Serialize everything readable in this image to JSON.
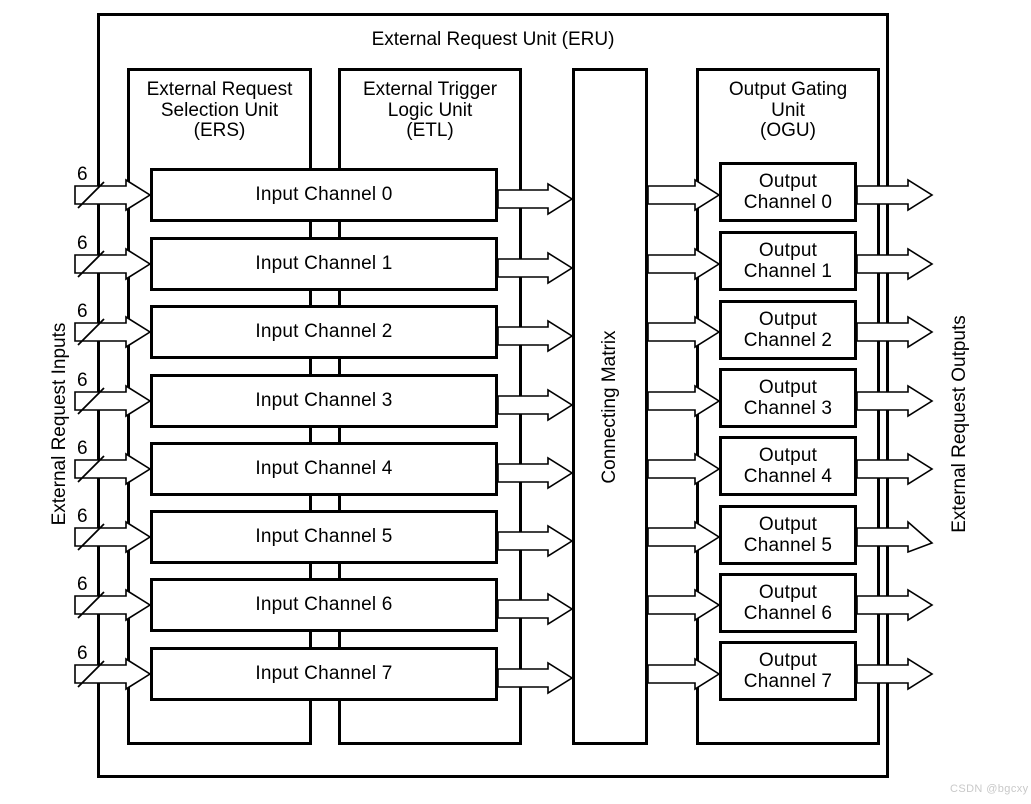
{
  "diagram": {
    "title": "External Request Unit  (ERU)",
    "watermark": "CSDN @bgcxy",
    "left_axis_label": "External Request Inputs",
    "right_axis_label": "External Request Outputs",
    "bus_width_label": "6",
    "units": {
      "ers": "External Request\nSelection Unit\n(ERS)",
      "etl": "External Trigger\nLogic Unit\n(ETL)",
      "matrix": "Connecting Matrix",
      "ogu": "Output Gating\nUnit\n(OGU)"
    },
    "input_channels": [
      "Input Channel  0",
      "Input Channel  1",
      "Input Channel  2",
      "Input Channel  3",
      "Input Channel  4",
      "Input Channel  5",
      "Input Channel  6",
      "Input Channel  7"
    ],
    "output_channels": [
      "Output\nChannel 0",
      "Output\nChannel 1",
      "Output\nChannel 2",
      "Output\nChannel 3",
      "Output\nChannel 4",
      "Output\nChannel 5",
      "Output\nChannel 6",
      "Output\nChannel 7"
    ],
    "bus_widths": [
      "6",
      "6",
      "6",
      "6",
      "6",
      "6",
      "6",
      "6"
    ],
    "colors": {
      "stroke": "#000000",
      "background": "#ffffff",
      "watermark": "#c9c9c9"
    }
  }
}
